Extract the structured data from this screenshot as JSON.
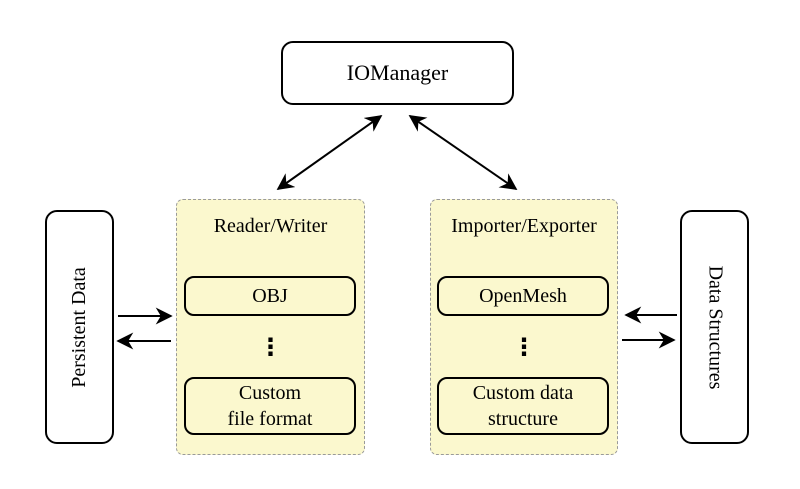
{
  "colors": {
    "group_fill": "#FBF8CE",
    "group_border": "#9a9a9a",
    "node_border": "#000000",
    "node_fill": "#ffffff",
    "arrow": "#000000"
  },
  "io_manager": {
    "label": "IOManager"
  },
  "persistent_data": {
    "label": "Persistent Data"
  },
  "data_structures": {
    "label": "Data Structures"
  },
  "reader_writer": {
    "title": "Reader/Writer",
    "item_obj": "OBJ",
    "dots": "⋮",
    "item_custom_line1": "Custom",
    "item_custom_line2": "file format"
  },
  "importer_exporter": {
    "title": "Importer/Exporter",
    "item_openmesh": "OpenMesh",
    "dots": "⋮",
    "item_custom_line1": "Custom data",
    "item_custom_line2": "structure"
  }
}
